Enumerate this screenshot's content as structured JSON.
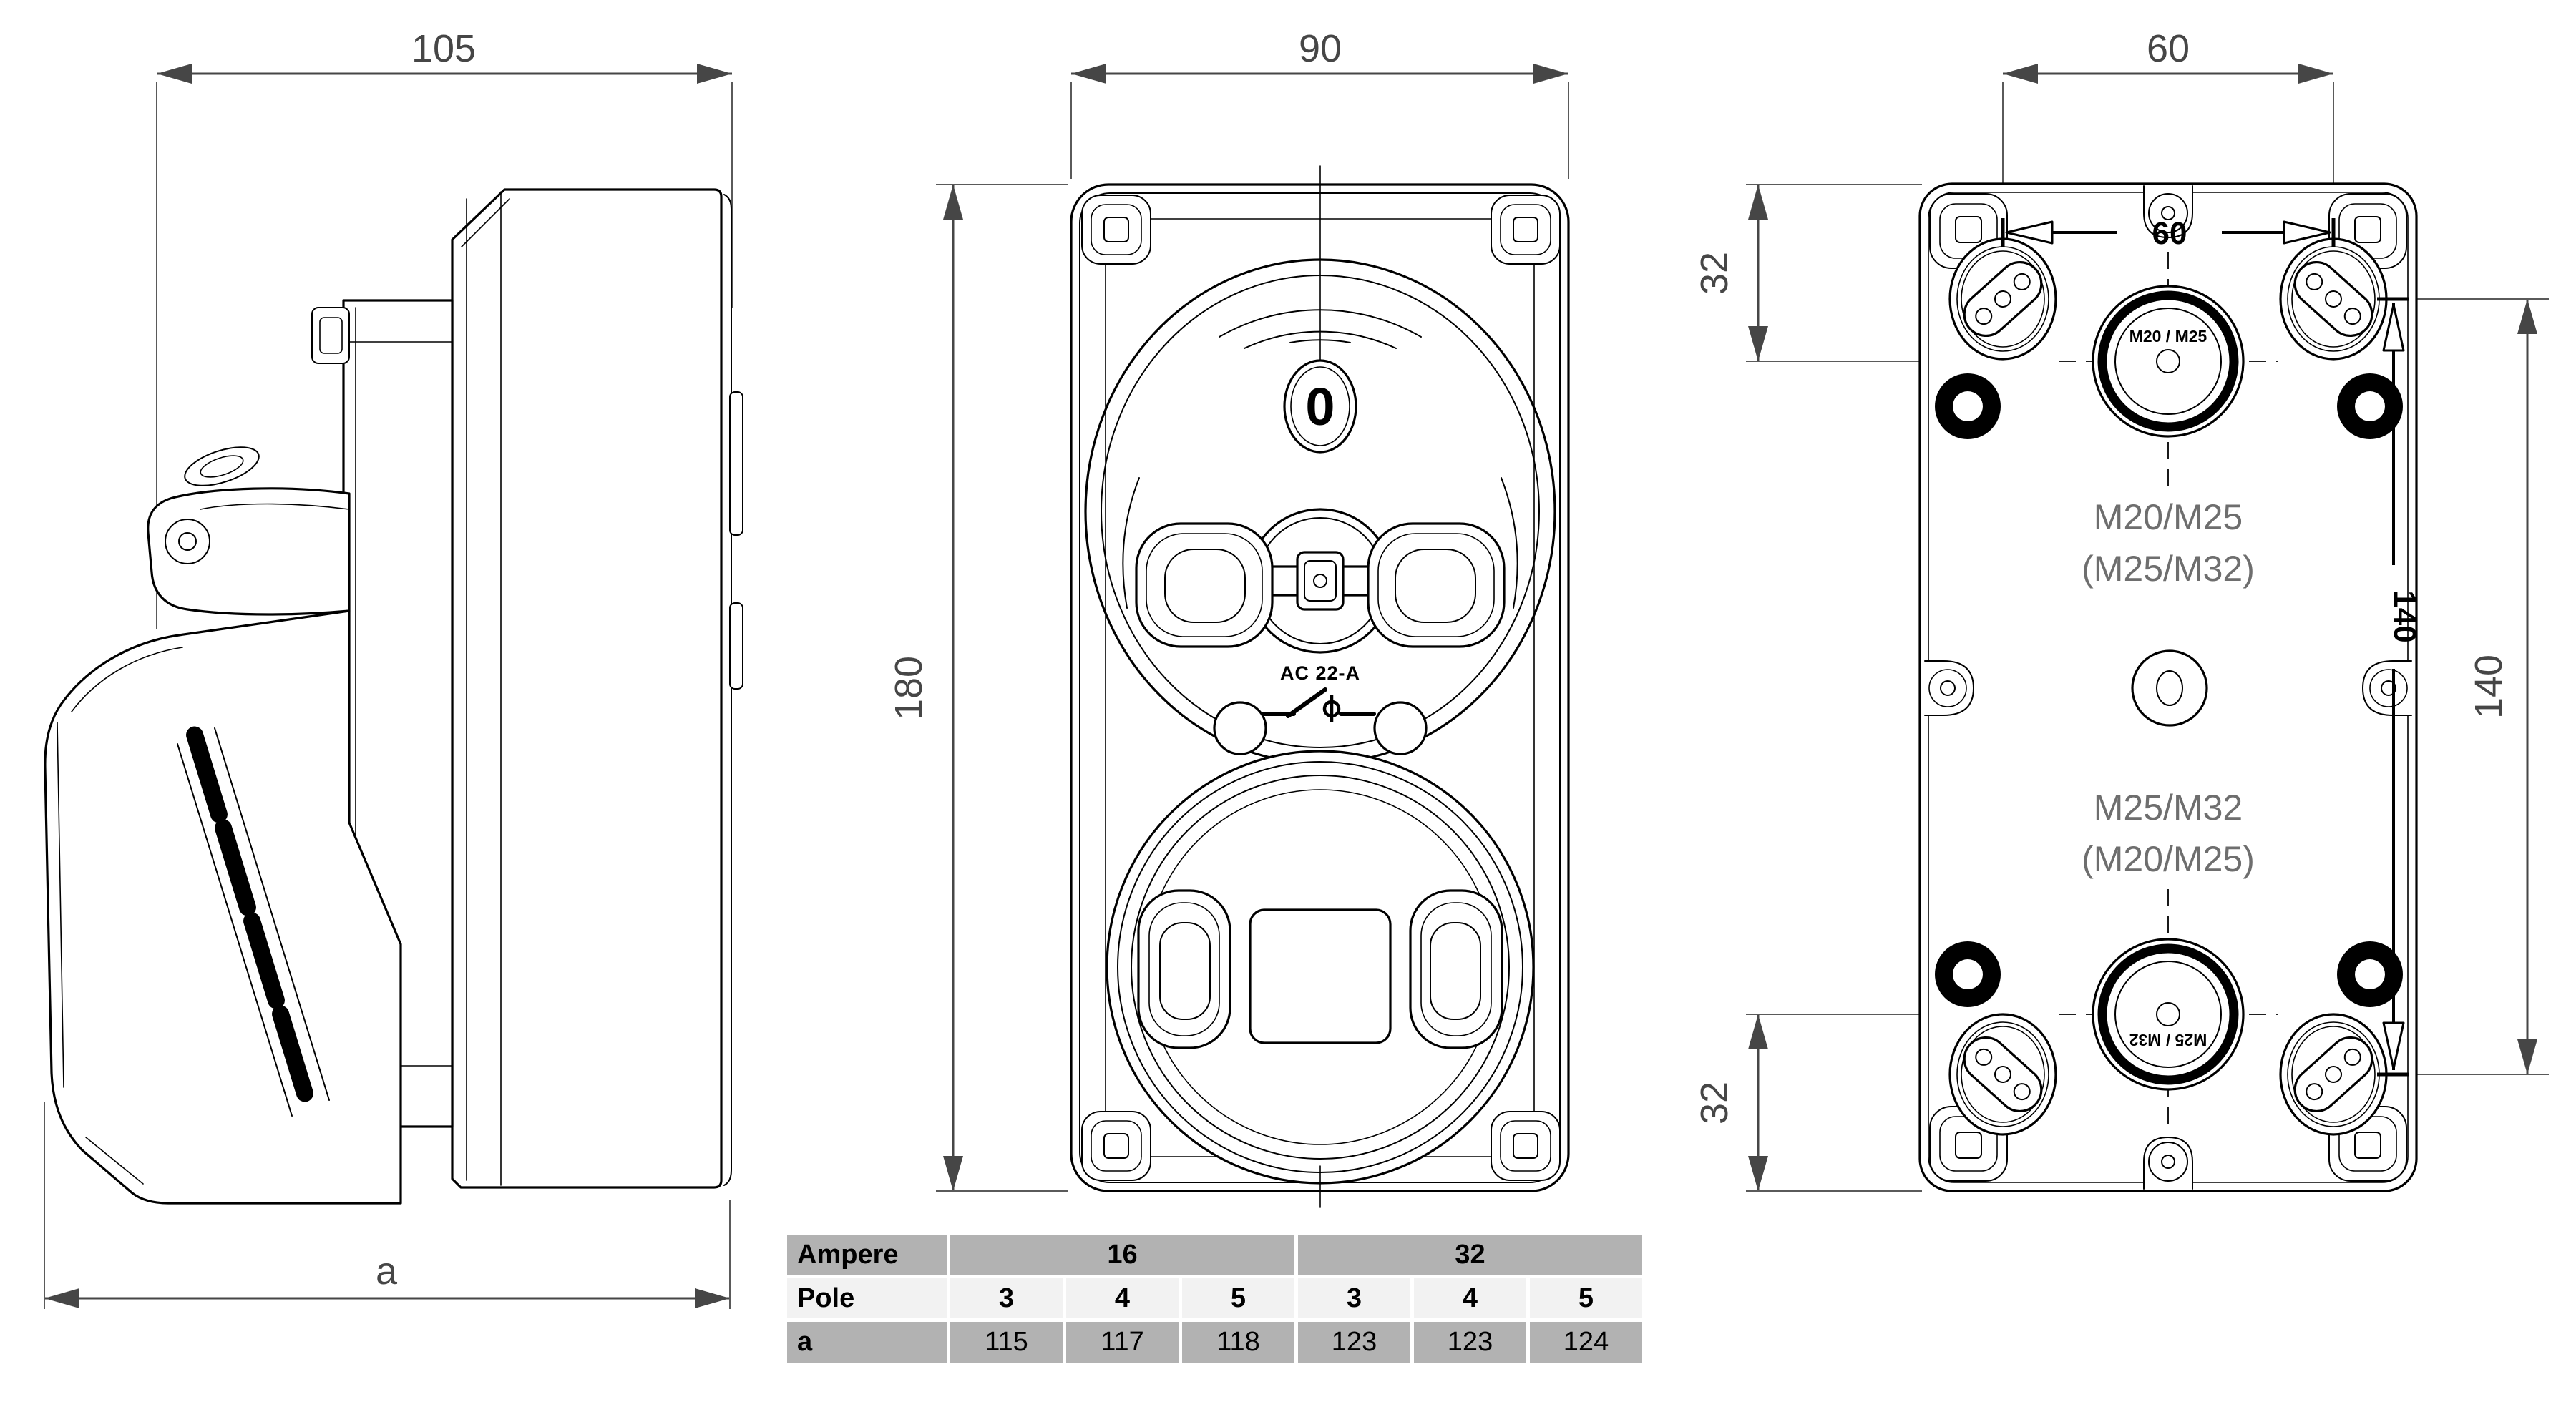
{
  "side_view": {
    "dim_width": "105",
    "dim_depth": "a"
  },
  "front_view": {
    "dim_width": "90",
    "dim_height": "180",
    "switch_position": "0",
    "switch_rating": "AC 22-A"
  },
  "rear_view": {
    "dim_top_spacing": "60",
    "dim_inner_spacing": "60",
    "dim_top_offset": "32",
    "dim_bottom_offset": "32",
    "dim_inner_height": "140",
    "dim_outer_height": "140",
    "gland_top_ring": "M20 / M25",
    "gland_bottom_ring": "M25 / M32",
    "label_top_line1": "M20/M25",
    "label_top_line2": "(M25/M32)",
    "label_bottom_line1": "M25/M32",
    "label_bottom_line2": "(M20/M25)"
  },
  "table": {
    "colors": {
      "header_bg": "#b2b2b2",
      "pole_bg": "#f2f2f2"
    },
    "row_ampere": {
      "label": "Ampere",
      "col16": "16",
      "col32": "32"
    },
    "row_pole": {
      "label": "Pole",
      "values": [
        "3",
        "4",
        "5",
        "3",
        "4",
        "5"
      ]
    },
    "row_a": {
      "label": "a",
      "values": [
        "115",
        "117",
        "118",
        "123",
        "123",
        "124"
      ]
    }
  }
}
